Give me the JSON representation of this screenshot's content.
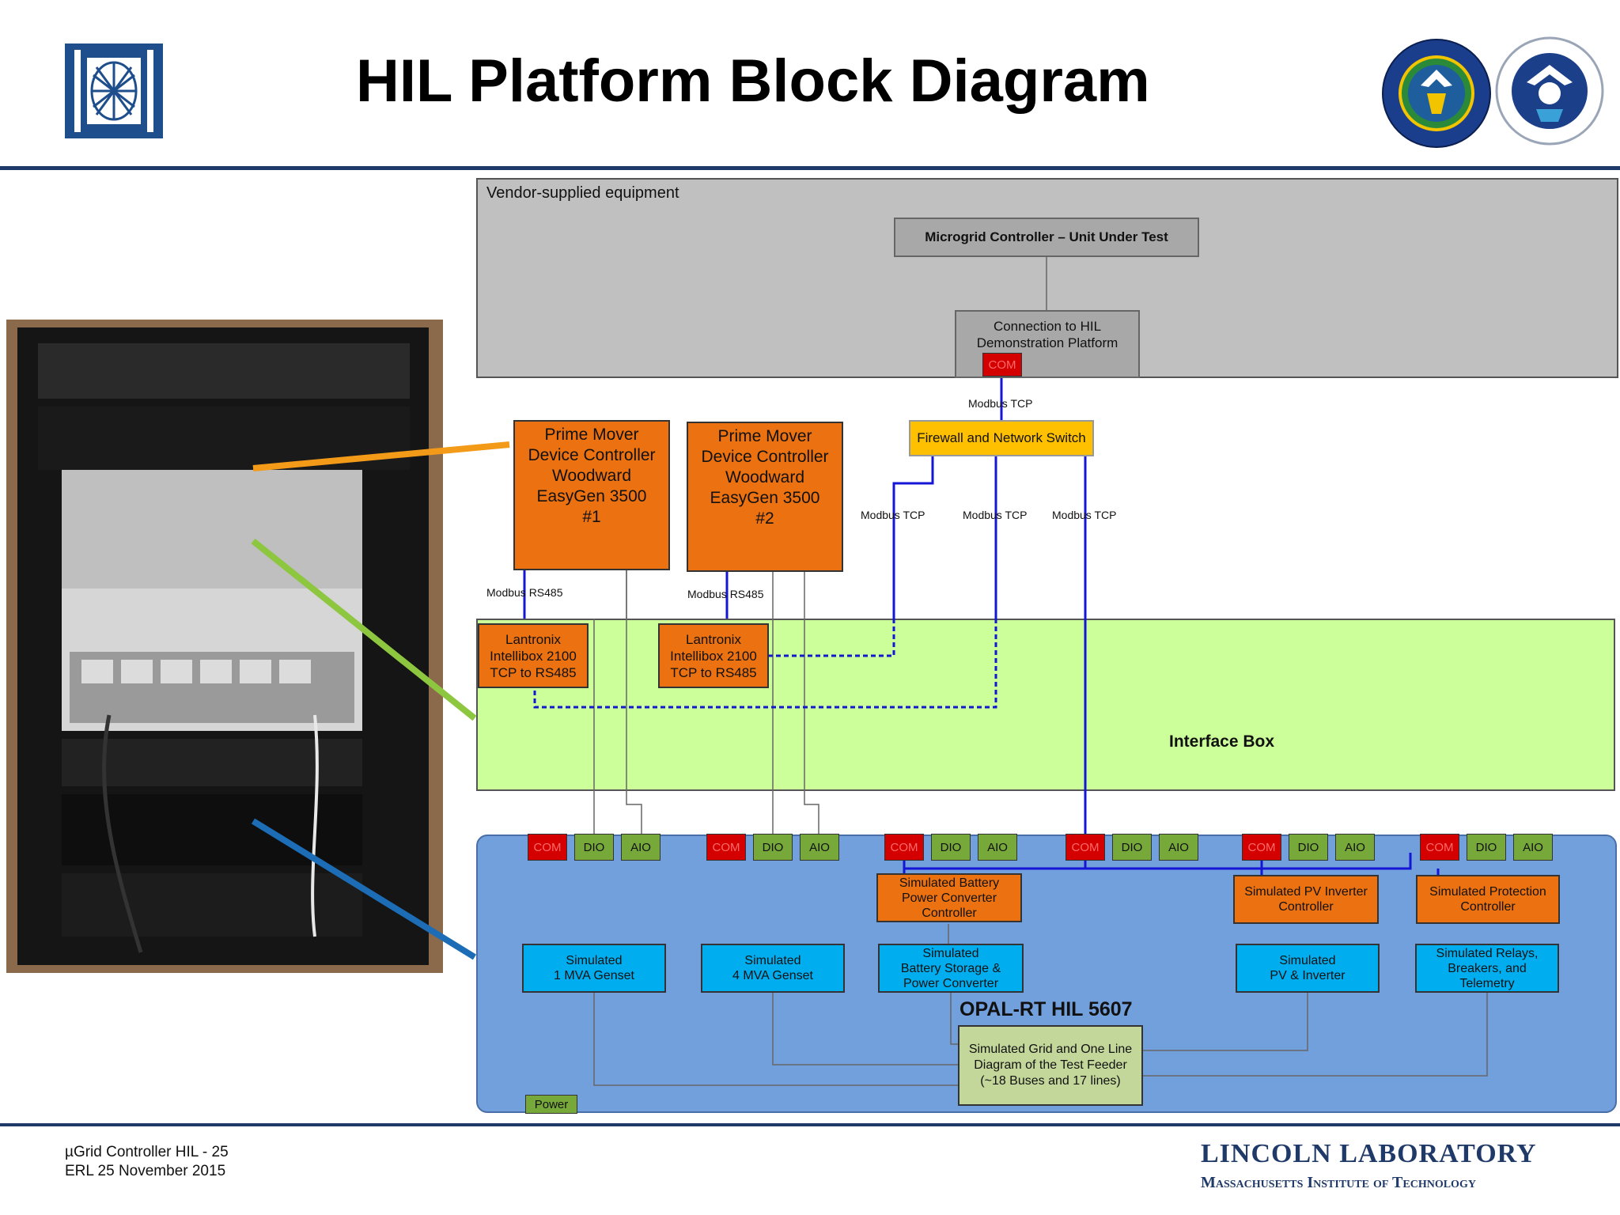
{
  "header": {
    "title": "HIL Platform Block Diagram"
  },
  "diagram": {
    "vendor_label": "Vendor-supplied equipment",
    "controller_box": "Microgrid Controller – Unit Under Test",
    "connection_box": "Connection to HIL\nDemonstration Platform",
    "com": "COM",
    "dio": "DIO",
    "aio": "AIO",
    "modbus_tcp": "Modbus TCP",
    "modbus_rs485": "Modbus RS485",
    "firewall": "Firewall and Network Switch",
    "pm1": "Prime Mover\nDevice Controller\nWoodward\nEasyGen 3500\n#1",
    "pm2": "Prime Mover\nDevice Controller\nWoodward\nEasyGen 3500\n#2",
    "lantronix": "Lantronix\nIntellibox 2100\nTCP to RS485",
    "interface_box": "Interface Box",
    "opal_title": "OPAL-RT HIL 5607",
    "power": "Power",
    "batt_ctrl": "Simulated Battery\nPower Converter\nController",
    "pv_ctrl": "Simulated PV Inverter\nController",
    "prot_ctrl": "Simulated Protection\nController",
    "genset1": "Simulated\n1 MVA Genset",
    "genset4": "Simulated\n4 MVA Genset",
    "batt_storage": "Simulated\nBattery Storage &\nPower Converter",
    "pv": "Simulated\nPV & Inverter",
    "relays": "Simulated Relays,\nBreakers, and\nTelemetry",
    "grid": "Simulated Grid and One Line\nDiagram of the Test Feeder\n(~18 Buses and 17 lines)"
  },
  "footer": {
    "line1": "µGrid Controller HIL - 25",
    "line2": "ERL 25 November 2015",
    "lab_name": "LINCOLN LABORATORY",
    "lab_sub": "Massachusetts Institute of Technology"
  },
  "colors": {
    "rule": "#1f3a68",
    "orange": "#ec7110",
    "green_box": "#ccff99",
    "opal_blue": "#72a0dc",
    "sim_blue": "#00aef0",
    "com_red": "#d40000",
    "io_green": "#76a83a",
    "firewall_yellow": "#ffc000",
    "wire_blue": "#1515d6",
    "callout_orange": "#f39a18",
    "callout_green": "#8dc63f",
    "callout_blue": "#1c6db6"
  }
}
